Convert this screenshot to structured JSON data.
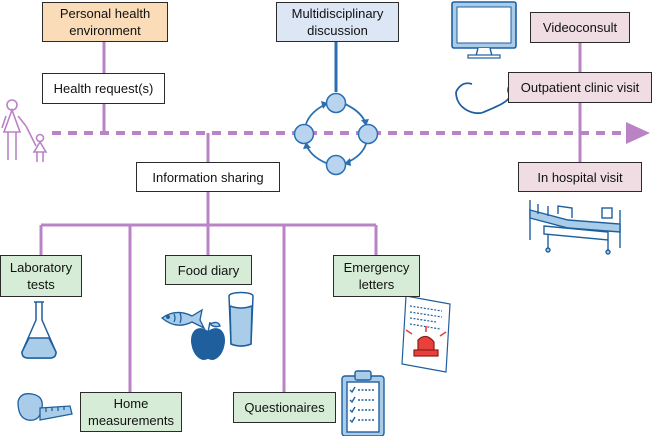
{
  "colors": {
    "connector": "#b983c6",
    "discussion_line": "#2a6fb1",
    "loop_node_fill": "#b8d4ee",
    "loop_node_stroke": "#2a6fb1",
    "orange_box": "#fbdcb8",
    "blue_box": "#dce6f4",
    "pink_box": "#efdde3",
    "green_box": "#d6ecd6",
    "icon_stroke": "#1f5f9e",
    "icon_fill": "#a9cde9"
  },
  "boxes": {
    "personal_health_environment": "Personal health\nenvironment",
    "health_requests": "Health request(s)",
    "multidisciplinary_discussion": "Multidisciplinary\ndiscussion",
    "information_sharing": "Information sharing",
    "videoconsult": "Videoconsult",
    "outpatient_clinic_visit": "Outpatient clinic visit",
    "in_hospital_visit": "In hospital visit",
    "laboratory_tests": "Laboratory\ntests",
    "food_diary": "Food diary",
    "emergency_letters": "Emergency\nletters",
    "home_measurements": "Home\nmeasurements",
    "questionaires": "Questionaires"
  },
  "icons": [
    "parent-child-icon",
    "monitor-icon",
    "stethoscope-icon",
    "hospital-bed-icon",
    "flask-icon",
    "fish-icon",
    "apple-icon",
    "glass-icon",
    "emergency-letter-icon",
    "tape-measure-icon",
    "clipboard-icon"
  ]
}
